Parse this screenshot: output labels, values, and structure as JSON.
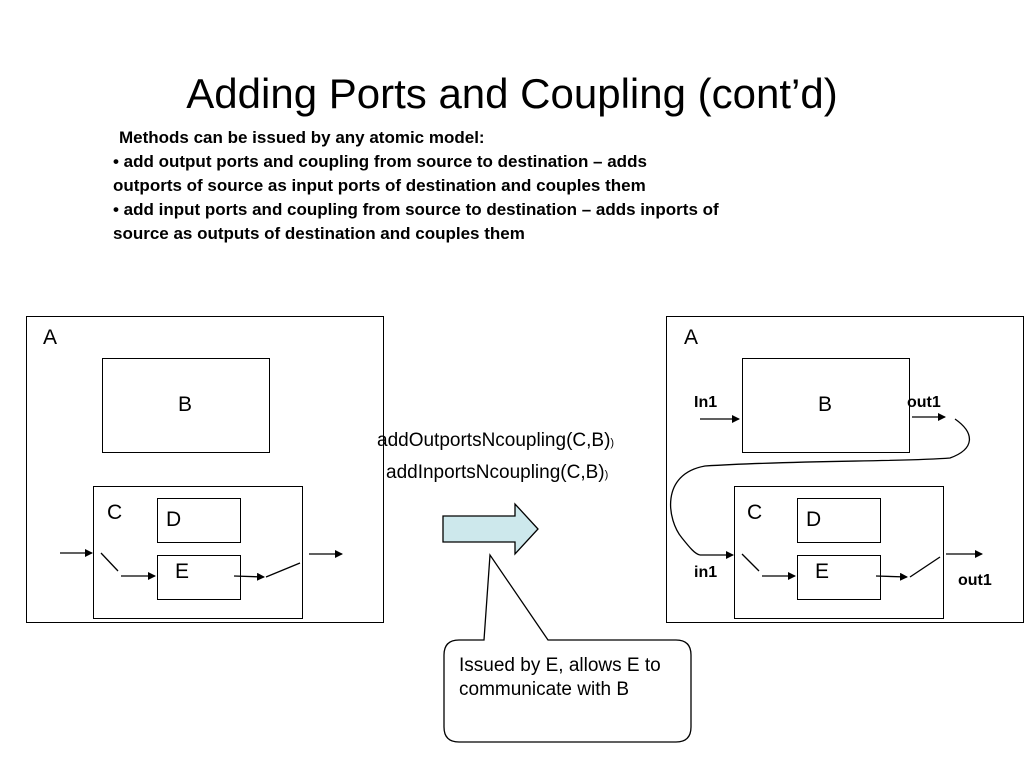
{
  "title": "Adding Ports and Coupling (cont’d)",
  "bullets": {
    "intro": "Methods can be issued by any atomic model:",
    "item1_line1": "• add output ports and coupling  from source to destination – adds",
    "item1_line2": "outports of source as input ports of destination and couples them",
    "item2_line1": "• add input ports and coupling from source to destination – adds inports of",
    "item2_line2": "source as outputs of destination and couples them"
  },
  "left_diagram": {
    "outer": "A",
    "b": "B",
    "c": "C",
    "d": "D",
    "e": "E"
  },
  "right_diagram": {
    "outer": "A",
    "b": "B",
    "c": "C",
    "d": "D",
    "e": "E",
    "b_in": "In1",
    "b_out": "out1",
    "c_in": "in1",
    "c_out": "out1"
  },
  "methods": {
    "m1": "addOutportsNcoupling(C,B)",
    "m1_suffix": ")",
    "m2": "addInportsNcoupling(C,B)",
    "m2_suffix": ")"
  },
  "callout": "Issued by E, allows E to communicate with B",
  "colors": {
    "arrow_fill": "#cde8ec",
    "stroke": "#000000"
  }
}
